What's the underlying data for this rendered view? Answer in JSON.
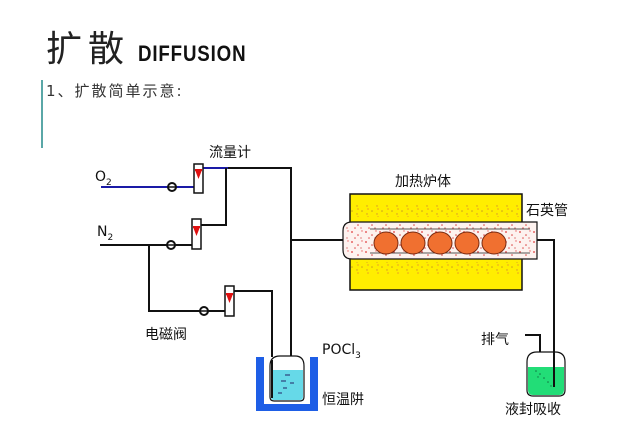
{
  "slide": {
    "title_cn": "扩散",
    "title_en": "DIFFUSION",
    "subtitle": "1、扩散简单示意:"
  },
  "diagram": {
    "labels": {
      "o2": "O",
      "o2_sub": "2",
      "n2": "N",
      "n2_sub": "2",
      "flowmeter": "流量计",
      "solenoid_valve": "电磁阀",
      "furnace": "加热炉体",
      "quartz_tube": "石英管",
      "pocl3": "POCl",
      "pocl3_sub": "3",
      "thermostat": "恒温阱",
      "exhaust": "排气",
      "liquid_seal": "液封吸收"
    },
    "colors": {
      "o2_line": "#1a1aa6",
      "pipe": "#111111",
      "flow_indicator": "#e01010",
      "furnace_yellow": "#ffee00",
      "wafer": "#f07030",
      "thermostat_blue": "#1e5ee6",
      "pocl3_liquid": "#66d9e8",
      "seal_liquid": "#22dd77"
    },
    "wafer_count": 5
  }
}
